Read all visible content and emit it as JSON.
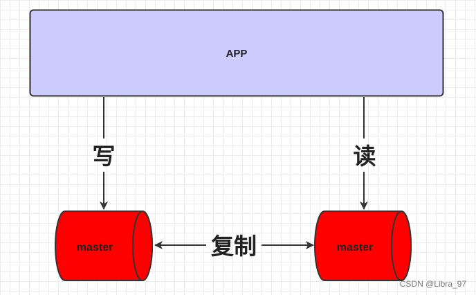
{
  "app": {
    "label": "APP",
    "fill": "#ccccff",
    "stroke": "#333333"
  },
  "edges": {
    "write_label": "写",
    "read_label": "读",
    "replicate_label": "复制"
  },
  "nodes": [
    {
      "label": "master",
      "fill": "#ff0000",
      "stroke": "#333333"
    },
    {
      "label": "master",
      "fill": "#ff0000",
      "stroke": "#333333"
    }
  ],
  "watermark": "CSDN @Libra_97"
}
